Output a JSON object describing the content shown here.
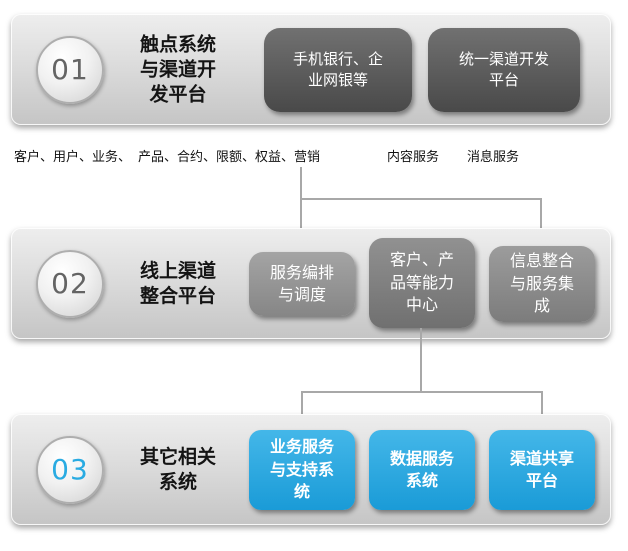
{
  "rows": [
    {
      "number": "01",
      "title": "触点系统\n与渠道开\n发平台",
      "boxes": [
        "手机银行、企\n业网银等",
        "统一渠道开发\n平台"
      ]
    },
    {
      "number": "02",
      "title": "线上渠道\n整合平台",
      "boxes": [
        "服务编排\n与调度",
        "客户、产\n品等能力\n中心",
        "信息整合\n与服务集\n成"
      ]
    },
    {
      "number": "03",
      "title": "其它相关\n系统",
      "boxes": [
        "业务服务\n与支持系\n统",
        "数据服务\n系统",
        "渠道共享\n平台"
      ]
    }
  ],
  "labels": {
    "capabilities_left": "客户、用户、业务、",
    "capabilities_right": "产品、合约、限额、权益、营销",
    "content_service": "内容服务",
    "message_service": "消息服务"
  },
  "colors": {
    "accent_blue": "#29abe2",
    "dark_gray_box": "#4f4f4f",
    "mid_gray_box": "#8a8a8a",
    "band_gray": "#d9d9d9",
    "connector": "#a8a8a8"
  }
}
